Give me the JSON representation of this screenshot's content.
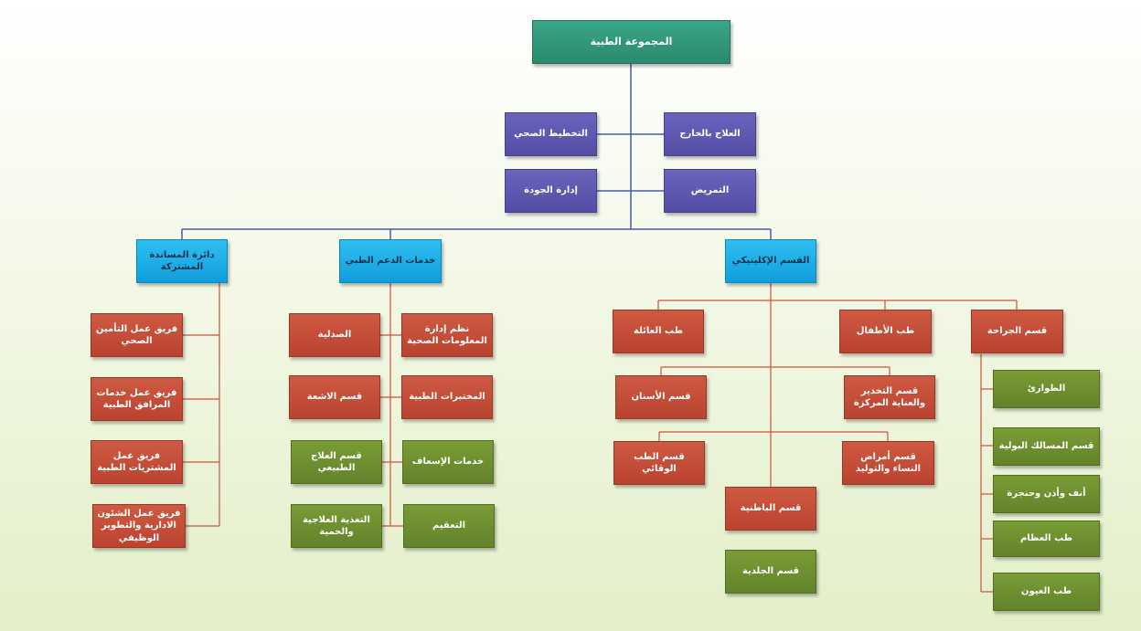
{
  "root": "المجموعة الطبية",
  "admin": {
    "planning": "التخطيط الصحي",
    "outpatient": "العلاج بالخارج",
    "quality": "إدارة الجودة",
    "nursing": "التمريض"
  },
  "divisions": {
    "shared_support": "دائرة المساندة المشتركة",
    "medical_support": "خدمات الدعم الطبي",
    "clinical": "القسم الإكلينيكي"
  },
  "shared_support_items": [
    "فريق عمل التأمين الصحي",
    "فريق عمل خدمات المرافق الطبية",
    "فريق عمل المشتريات الطبية",
    "فريق عمل الشئون الادارية والتطوير الوظيفي"
  ],
  "medical_support_items": {
    "pharmacy": "الصدلية",
    "info_systems": "نظم إدارة المعلومات الصحية",
    "radiology": "قسم الاشعة",
    "labs": "المختبرات الطبية",
    "physio": "قسم العلاج الطبيعي",
    "ambulance": "خدمات الإسعاف",
    "nutrition": "التغذية العلاجية والحمية",
    "sterilization": "التعقيم"
  },
  "clinical_items": {
    "family": "طب العائلة",
    "pediatrics": "طب الأطفال",
    "surgery": "قسم الجراحة",
    "dental": "قسم الأسنان",
    "anesthesia": "قسم التخدير والعناية المركزة",
    "preventive": "قسم الطب الوقائي",
    "obgyn": "قسم أمراض النساء والتوليد",
    "internal": "قسم الباطنية",
    "dermatology": "قسم الجلدية"
  },
  "surgery_subs": [
    "الطوارئ",
    "قسم المسالك البولية",
    "أنف وأذن وحنجرة",
    "طب العظام",
    "طب العيون"
  ],
  "colors": {
    "root": "#2b8a6e",
    "admin": "#5a53ad",
    "division": "#19aee8",
    "department": "#bf4a35",
    "unit": "#6a8c2e",
    "admin_line": "#4a5aa8",
    "dept_line": "#c8553d"
  }
}
